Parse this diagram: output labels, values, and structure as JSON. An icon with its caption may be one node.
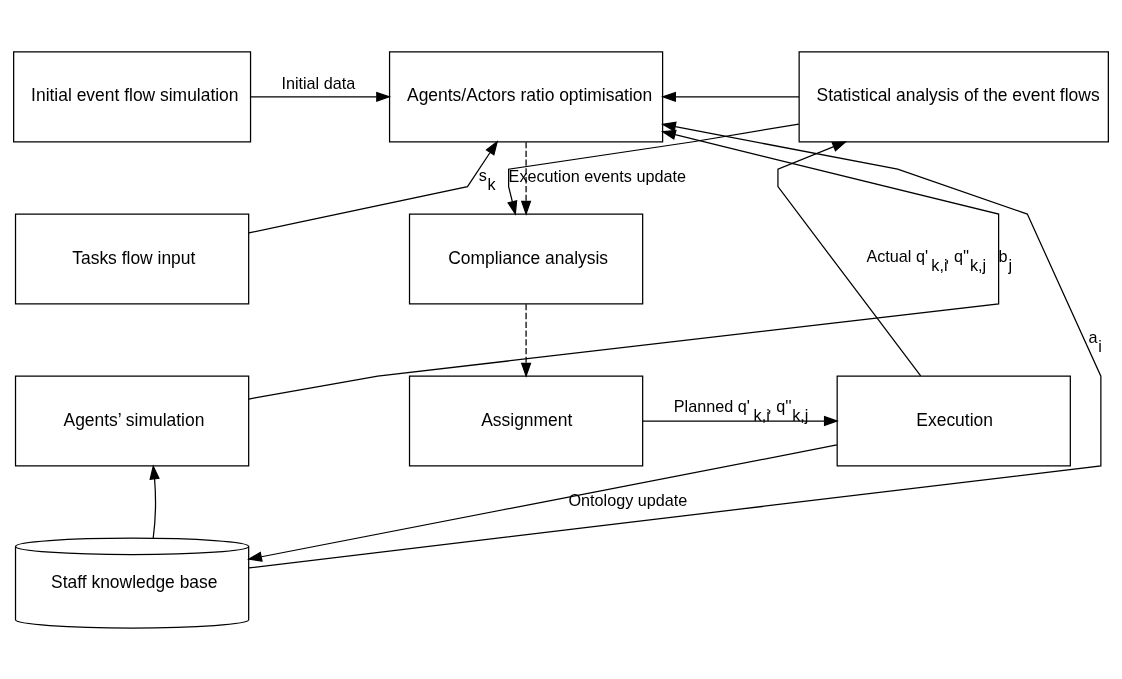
{
  "diagram": {
    "nodes": [
      {
        "text": [
          "Initial event flow simulation"
        ]
      },
      {
        "text": [
          "Agents/Actors ratio optimisation"
        ]
      },
      {
        "text": [
          "Statistical analysis of the event flows"
        ]
      },
      {
        "text": [
          "Tasks flow input"
        ]
      },
      {
        "text": [
          "Compliance analysis"
        ]
      },
      {
        "text": [
          "Agents’ simulation"
        ]
      },
      {
        "text": [
          "Assignment"
        ]
      },
      {
        "text": [
          "Execution"
        ]
      },
      {
        "text": [
          "Staff knowledge base"
        ]
      }
    ],
    "edges": [
      {
        "from": 0,
        "to": 1,
        "arrow": "to",
        "label": "Initial data"
      },
      {
        "from": 3,
        "to": 1,
        "arrow": "to",
        "label": "s$_{k}$"
      },
      {
        "from": 5,
        "to": 1,
        "arrow": "to",
        "label": "b$_{j}$"
      },
      {
        "from": 8,
        "to": 1,
        "arrow": "to",
        "label": "a$_{i}$"
      },
      {
        "from": 1,
        "to": 4,
        "arrow": "to",
        "style": "dashed"
      },
      {
        "from": 4,
        "to": 6,
        "arrow": "to",
        "style": "dashed"
      },
      {
        "from": 2,
        "to": 1,
        "arrow": "to"
      },
      {
        "from": 2,
        "to": 4,
        "arrow": "to",
        "label": "Execution events update"
      },
      {
        "from": 6,
        "to": 7,
        "arrow": "to",
        "label": "Planned q'$_{k,i}$, q''$_{k,j}$"
      },
      {
        "from": 7,
        "to": 2,
        "arrow": "to",
        "label": "Actual q'$_{k,i}$, q''$_{k,j}$"
      },
      {
        "from": 7,
        "to": 8,
        "arrow": "to",
        "label": "Ontology update"
      },
      {
        "from": 8,
        "to": 5,
        "arrow": "to"
      }
    ]
  }
}
